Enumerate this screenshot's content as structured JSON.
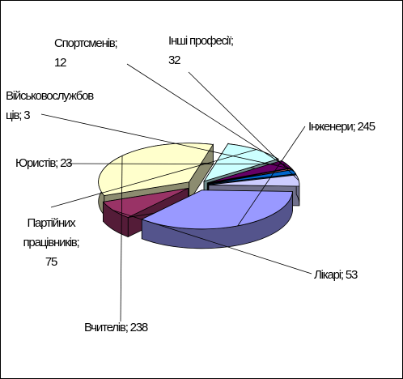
{
  "chart_data": {
    "type": "pie",
    "style": "3d-exploded",
    "title": "",
    "legend": "none",
    "slices": [
      {
        "label": "Інженери",
        "value": 245,
        "color": "#9999ff",
        "label_lines": [
          "Інженери; 245"
        ]
      },
      {
        "label": "Лікарі",
        "value": 53,
        "color": "#993366",
        "label_lines": [
          "Лікарі; 53"
        ]
      },
      {
        "label": "Вчителів",
        "value": 238,
        "color": "#ffffcc",
        "label_lines": [
          "Вчителів; 238"
        ]
      },
      {
        "label": "Партійних працівників",
        "value": 75,
        "color": "#ccffff",
        "label_lines": [
          "Партійних",
          "працівників;",
          "75"
        ]
      },
      {
        "label": "Юристів",
        "value": 23,
        "color": "#660066",
        "label_lines": [
          "Юристів; 23"
        ]
      },
      {
        "label": "Військовослужбовців",
        "value": 3,
        "color": "#ff8080",
        "label_lines": [
          "Військовослужбов",
          "ців; 3"
        ]
      },
      {
        "label": "Спортсменів",
        "value": 12,
        "color": "#0066cc",
        "label_lines": [
          "Спортсменів;",
          "12"
        ]
      },
      {
        "label": "Інші професії",
        "value": 32,
        "color": "#ccccff",
        "label_lines": [
          "Інші професії;",
          "32"
        ]
      }
    ]
  }
}
